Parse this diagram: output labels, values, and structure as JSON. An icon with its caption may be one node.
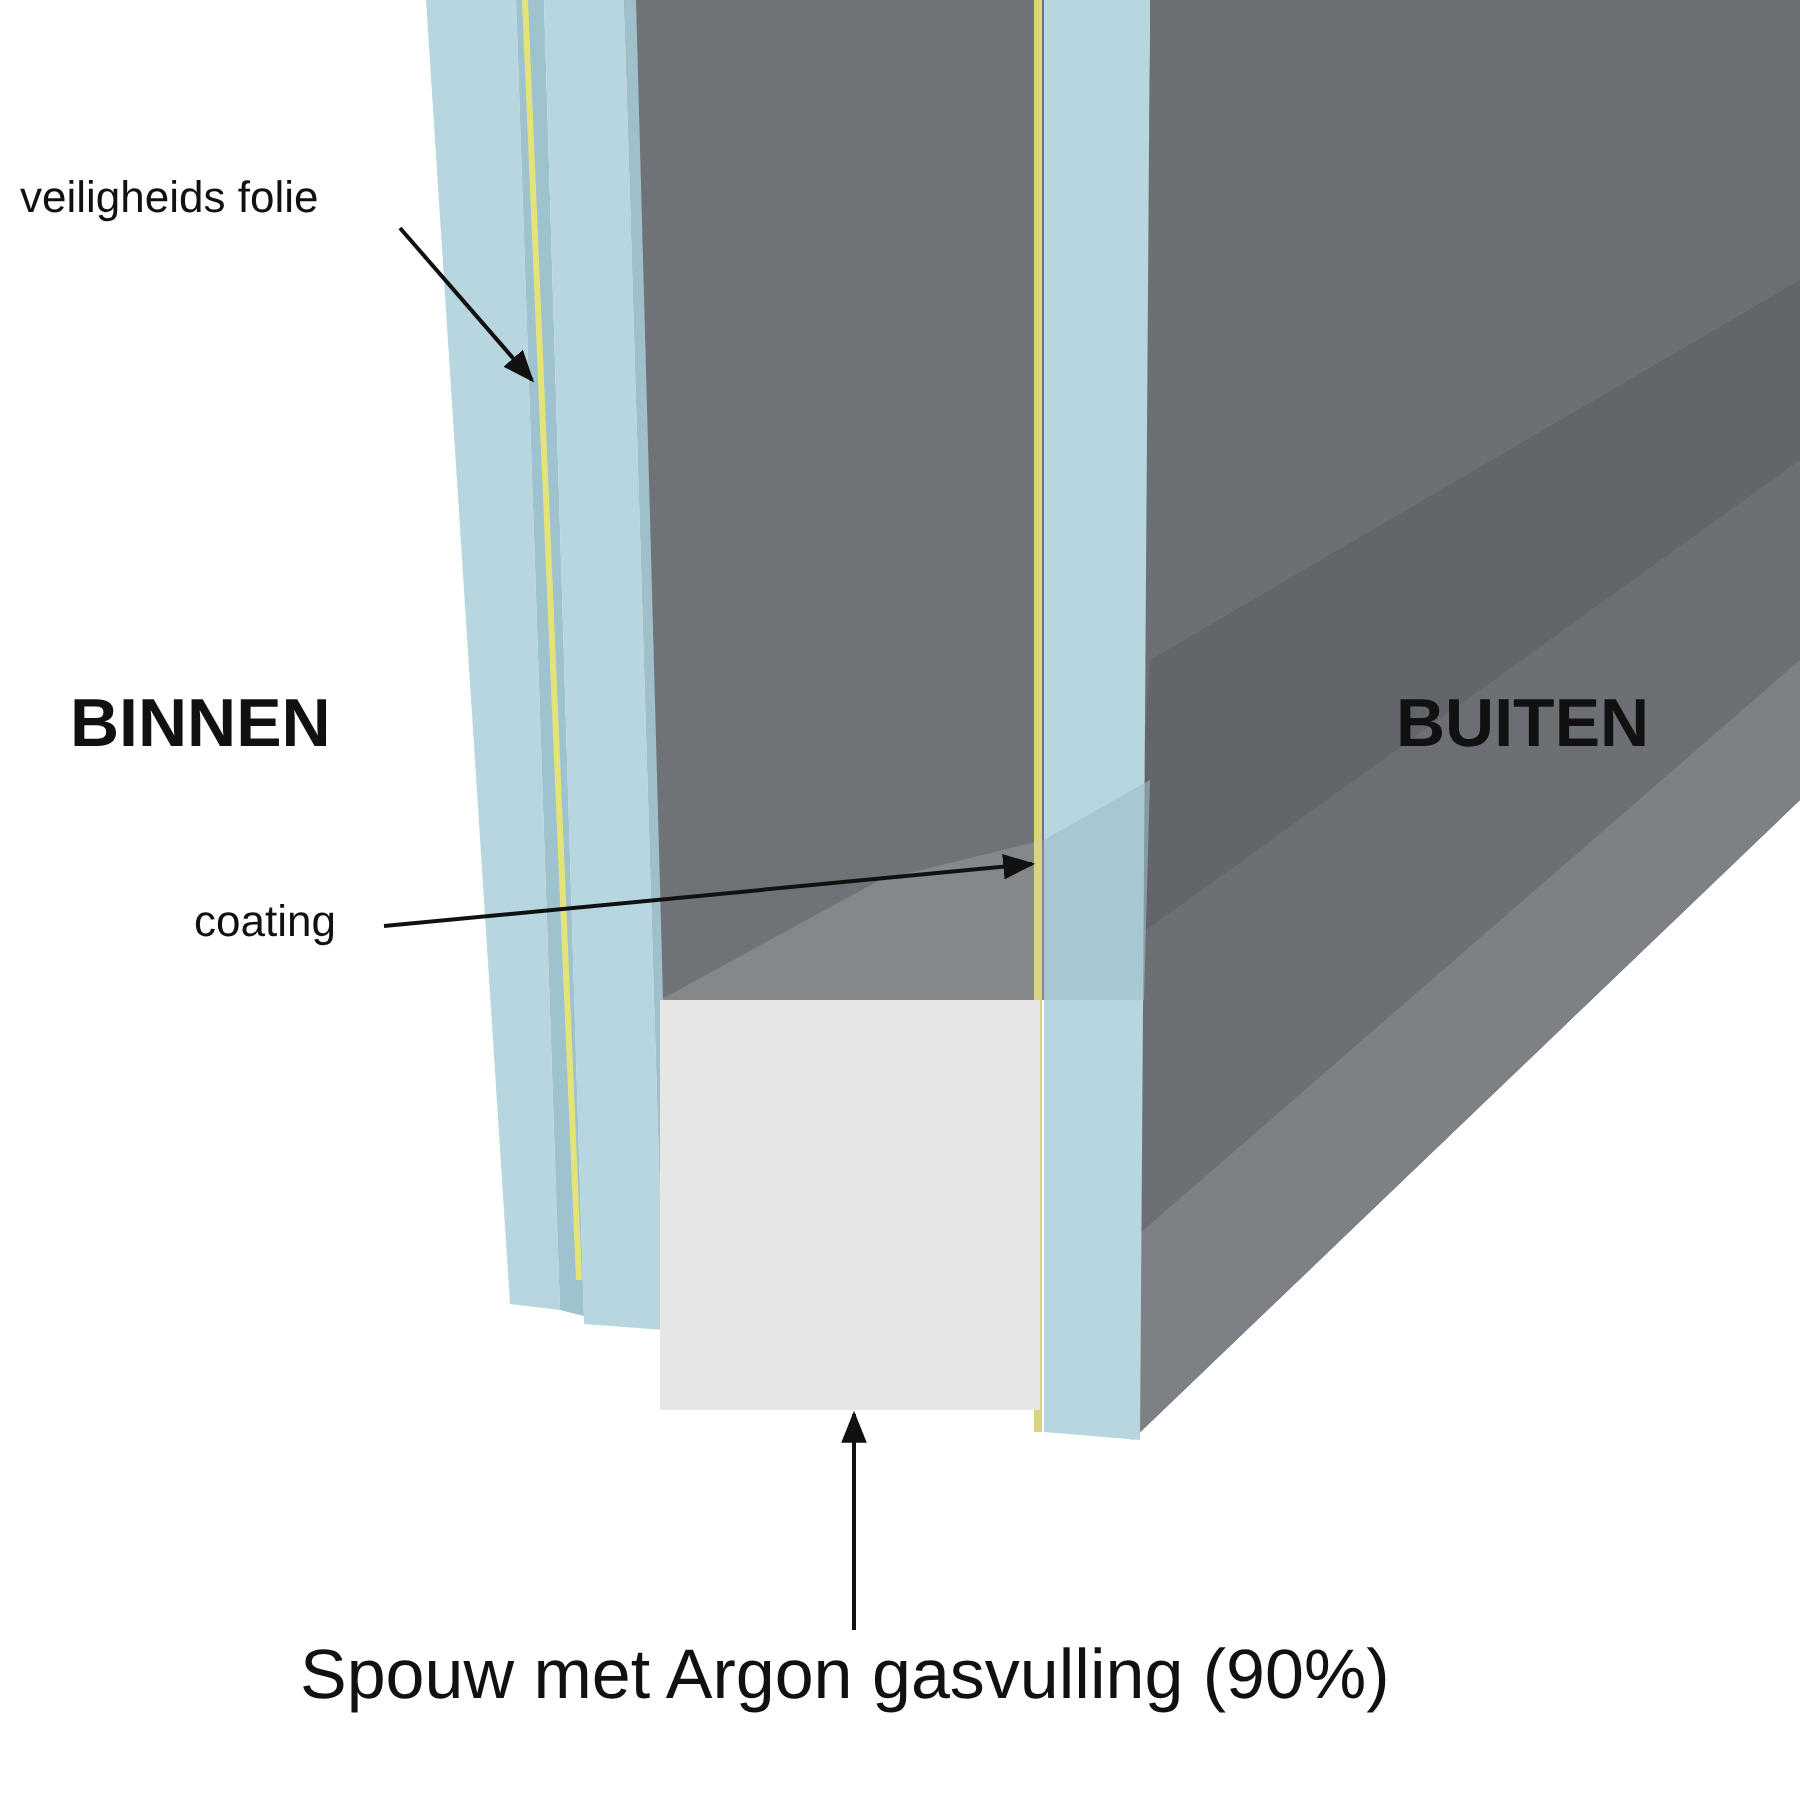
{
  "diagram": {
    "nodes": [
      {
        "text": [
          "veiligheids folie"
        ]
      },
      {
        "text": [],
        "shape": "bar"
      },
      {
        "text": [
          "coating"
        ]
      },
      {
        "text": [],
        "shape": "bar"
      },
      {
        "text": [
          "Spouw met Argon gasvulling (90%)"
        ]
      },
      {
        "text": [],
        "shape": "box"
      }
    ],
    "edges": [
      {
        "from": 0,
        "to": 1,
        "arrow": "to"
      },
      {
        "from": 2,
        "to": 3,
        "arrow": "to"
      },
      {
        "from": 4,
        "to": 5,
        "arrow": "to"
      }
    ],
    "labels": [
      "BINNEN",
      "BUITEN"
    ]
  }
}
